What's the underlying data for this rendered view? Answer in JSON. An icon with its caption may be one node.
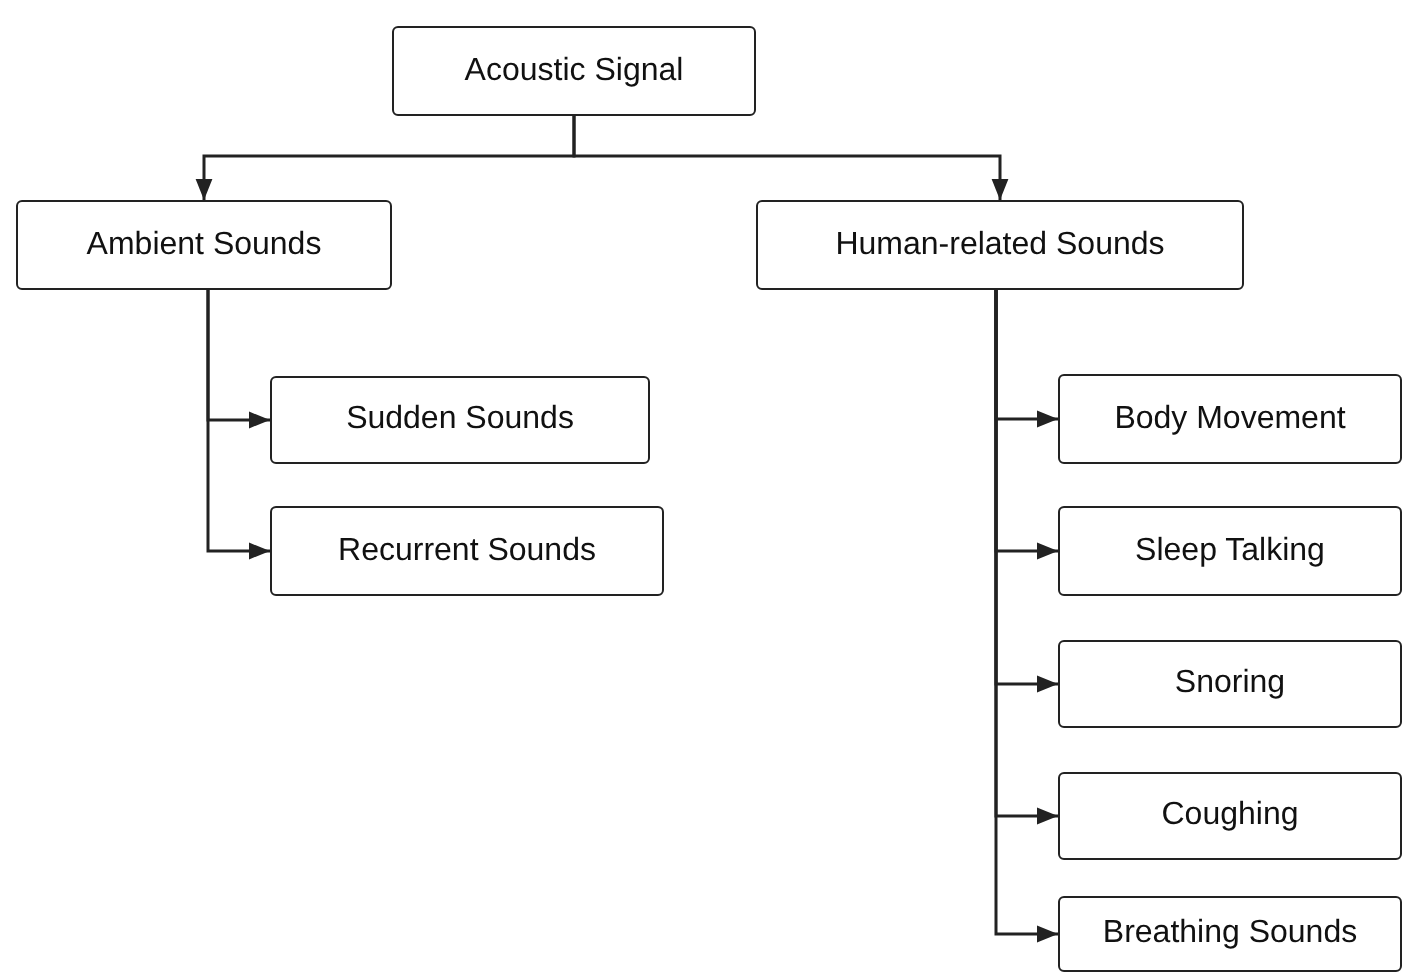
{
  "diagram": {
    "nodes": [
      {
        "text": [
          "Acoustic Signal"
        ]
      },
      {
        "text": [
          "Ambient Sounds"
        ]
      },
      {
        "text": [
          "Human-related Sounds"
        ]
      },
      {
        "text": [
          "Sudden Sounds"
        ]
      },
      {
        "text": [
          "Recurrent Sounds"
        ]
      },
      {
        "text": [
          "Body Movement"
        ]
      },
      {
        "text": [
          "Sleep Talking"
        ]
      },
      {
        "text": [
          "Snoring"
        ]
      },
      {
        "text": [
          "Coughing"
        ]
      },
      {
        "text": [
          "Breathing Sounds"
        ]
      }
    ],
    "edges": [
      {
        "from": 0,
        "to": 1,
        "arrow": "to"
      },
      {
        "from": 0,
        "to": 2,
        "arrow": "to"
      },
      {
        "from": 1,
        "to": 3,
        "arrow": "to"
      },
      {
        "from": 1,
        "to": 4,
        "arrow": "to"
      },
      {
        "from": 2,
        "to": 5,
        "arrow": "to"
      },
      {
        "from": 2,
        "to": 6,
        "arrow": "to"
      },
      {
        "from": 2,
        "to": 7,
        "arrow": "to"
      },
      {
        "from": 2,
        "to": 8,
        "arrow": "to"
      },
      {
        "from": 2,
        "to": 9,
        "arrow": "to"
      }
    ]
  }
}
